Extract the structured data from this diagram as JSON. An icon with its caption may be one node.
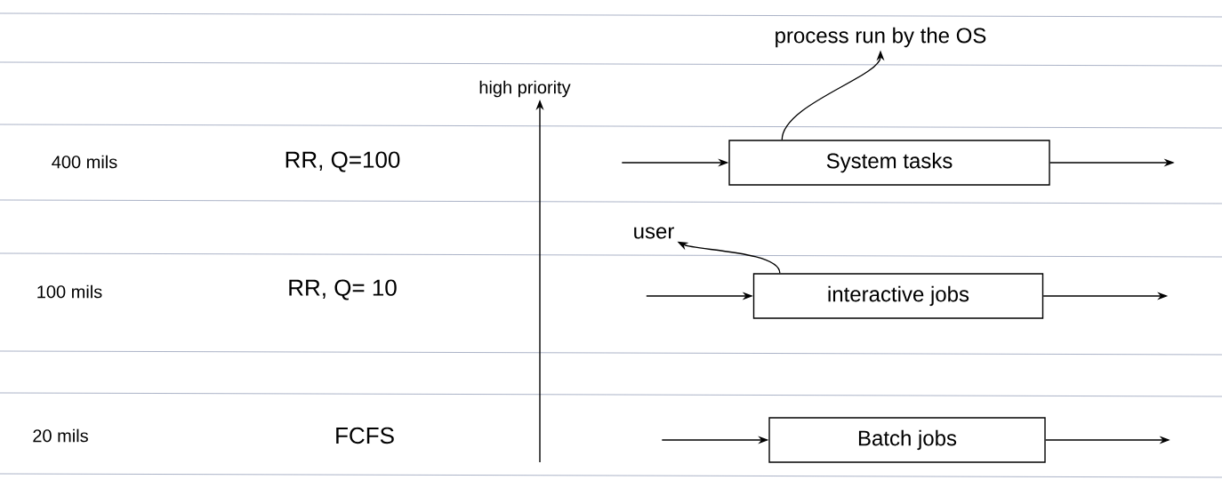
{
  "diagram": {
    "nodes": [
      {
        "text": [
          "process run by the OS"
        ]
      },
      {
        "text": [
          "System tasks"
        ]
      },
      {
        "text": [
          "user"
        ]
      },
      {
        "text": [
          "interactive jobs"
        ]
      },
      {
        "text": [
          "Batch jobs"
        ]
      }
    ],
    "edges": [
      {
        "from": 1,
        "to": 0,
        "arrow": "to"
      },
      {
        "from": null,
        "to": 1,
        "arrow": "to"
      },
      {
        "from": 1,
        "to": null,
        "arrow": "to"
      },
      {
        "from": 3,
        "to": 2,
        "arrow": "to"
      },
      {
        "from": null,
        "to": 3,
        "arrow": "to"
      },
      {
        "from": 3,
        "to": null,
        "arrow": "to"
      },
      {
        "from": null,
        "to": 4,
        "arrow": "to"
      },
      {
        "from": 4,
        "to": null,
        "arrow": "to"
      }
    ],
    "labels": [
      "high priority",
      "400 mils",
      "RR, Q=100",
      "100 mils",
      "RR, Q= 10",
      "20 mils",
      "FCFS"
    ]
  }
}
